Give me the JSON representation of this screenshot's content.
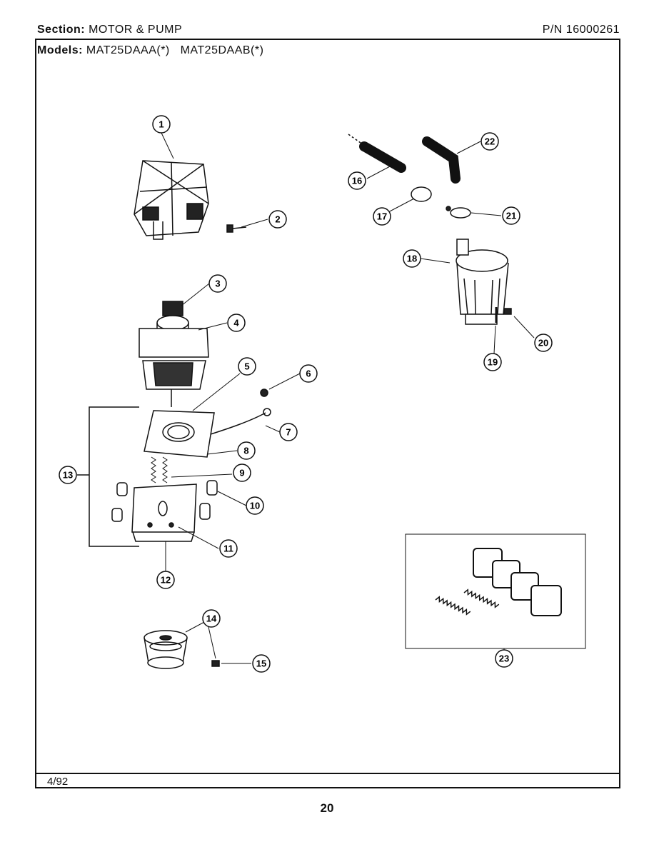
{
  "header": {
    "section_label": "Section:",
    "section_value": "MOTOR & PUMP",
    "part_number": "P/N 16000261",
    "models_label": "Models:",
    "models_value": "MAT25DAAA(*)   MAT25DAAB(*)"
  },
  "callouts": [
    "1",
    "2",
    "3",
    "4",
    "5",
    "6",
    "7",
    "8",
    "9",
    "10",
    "11",
    "12",
    "13",
    "14",
    "15",
    "16",
    "17",
    "18",
    "19",
    "20",
    "21",
    "22",
    "23"
  ],
  "footer": {
    "date": "4/92",
    "page_number": "20"
  }
}
